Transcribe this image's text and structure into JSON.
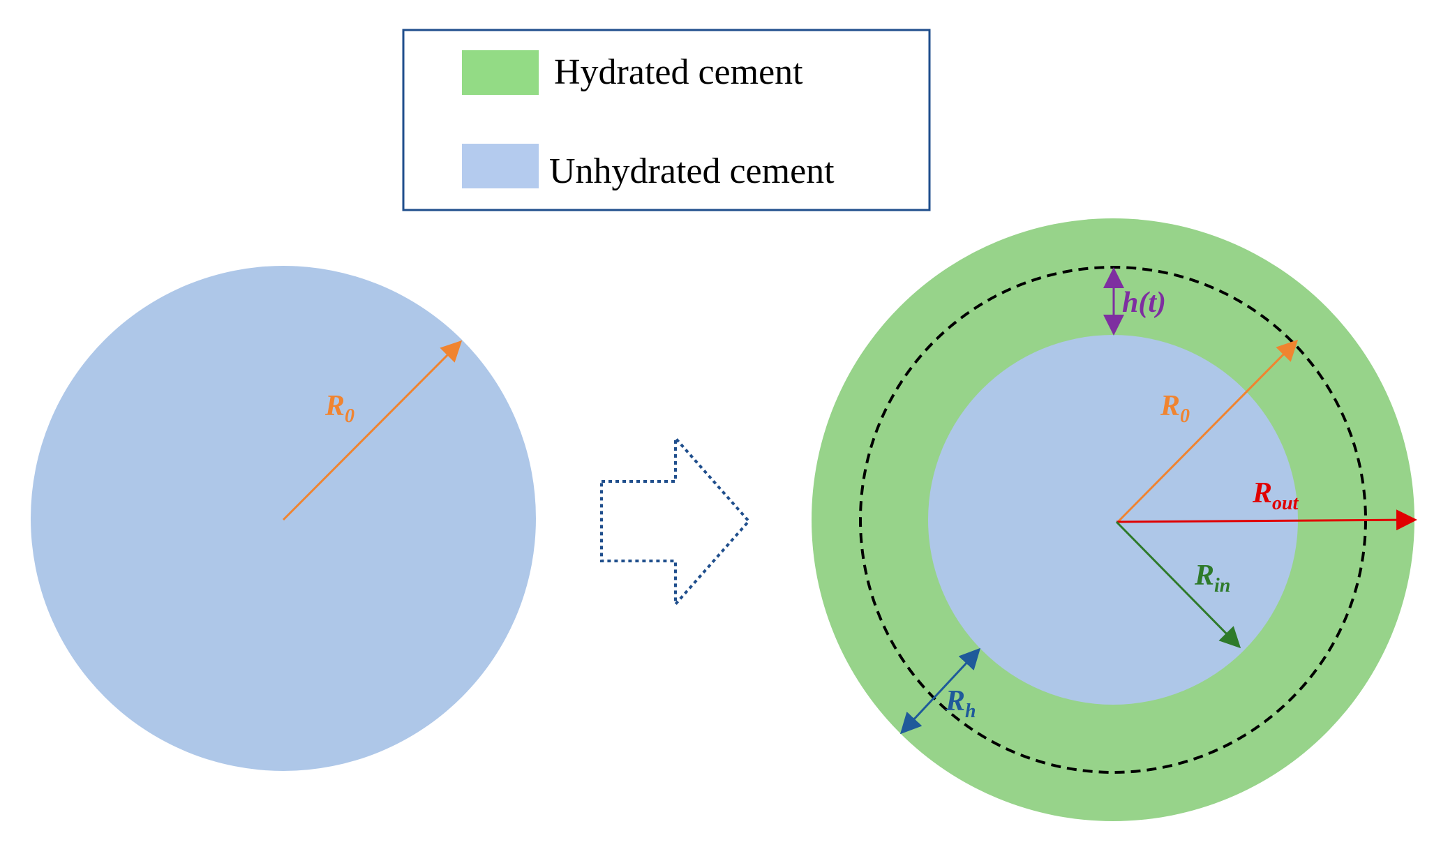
{
  "legend": {
    "items": [
      {
        "label": "Hydrated cement",
        "color": "#93DB85"
      },
      {
        "label": "Unhydrated cement",
        "color": "#B4CBEE"
      }
    ]
  },
  "left_particle": {
    "radius_label": {
      "main": "R",
      "sub": "0",
      "color": "#F08430"
    }
  },
  "transition_arrow": {
    "style": "dotted",
    "color": "#1F4E8C"
  },
  "right_particle": {
    "labels": {
      "thickness": {
        "main": "h(t)",
        "sub": "",
        "color": "#7E2FA0"
      },
      "initial_radius": {
        "main": "R",
        "sub": "0",
        "color": "#F08430"
      },
      "outer_radius": {
        "main": "R",
        "sub": "out",
        "color": "#E00000"
      },
      "inner_radius": {
        "main": "R",
        "sub": "in",
        "color": "#2E7A2A"
      },
      "hydrated_thickness": {
        "main": "R",
        "sub": "h",
        "color": "#1F5A9A"
      }
    }
  },
  "colors": {
    "unhydrated_fill": "#AEC7E8",
    "hydrated_fill": "#97D38A",
    "legend_border": "#1F4E8C",
    "dashed_circle": "#000000"
  }
}
